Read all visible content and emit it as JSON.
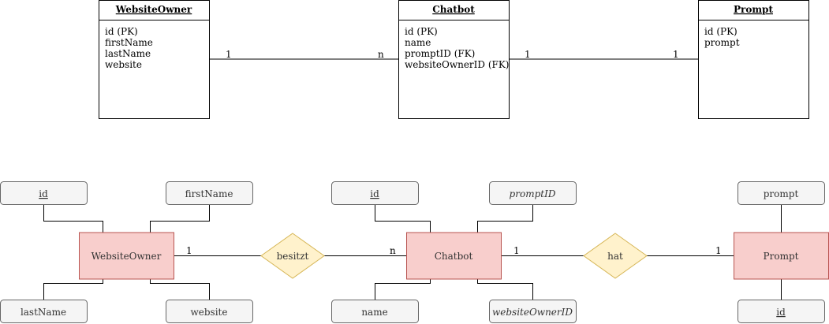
{
  "tables": [
    {
      "title": "WebsiteOwner",
      "fields": [
        "id (PK)",
        "firstName",
        "lastName",
        "website"
      ]
    },
    {
      "title": "Chatbot",
      "fields": [
        "id (PK)",
        "name",
        "promptID (FK)",
        "websiteOwnerID (FK)"
      ]
    },
    {
      "title": "Prompt",
      "fields": [
        "id (PK)",
        "prompt"
      ]
    }
  ],
  "table_relations": [
    {
      "from_card": "1",
      "to_card": "n"
    },
    {
      "from_card": "1",
      "to_card": "1"
    }
  ],
  "entities": [
    "WebsiteOwner",
    "Chatbot",
    "Prompt"
  ],
  "relationships": [
    {
      "label": "besitzt",
      "left_card": "1",
      "right_card": "n"
    },
    {
      "label": "hat",
      "left_card": "1",
      "right_card": "1"
    }
  ],
  "attributes": {
    "owner_id": "id",
    "owner_firstname": "firstName",
    "owner_lastname": "lastName",
    "owner_website": "website",
    "chatbot_id": "id",
    "chatbot_promptid": "promptID",
    "chatbot_name": "name",
    "chatbot_websiteownerid": "websiteOwnerID",
    "prompt_prompt": "prompt",
    "prompt_id": "id"
  },
  "colors": {
    "entity_fill": "#f8cecc",
    "entity_stroke": "#b85450",
    "relation_fill": "#fff2cc",
    "relation_stroke": "#d6b656",
    "attribute_fill": "#f5f5f5",
    "attribute_stroke": "#666666"
  }
}
